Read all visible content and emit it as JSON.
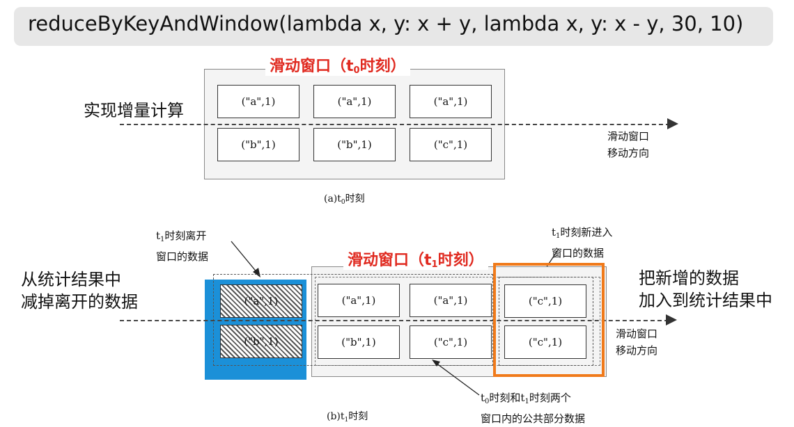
{
  "banner": {
    "code": "reduceByKeyAndWindow(lambda x, y: x + y, lambda x, y: x - y, 30, 10)"
  },
  "diagram_a": {
    "title_main": "滑动窗口（t",
    "title_sub": "0",
    "title_end": "时刻）",
    "left_label": "实现增量计算",
    "arrow_label_line1": "滑动窗口",
    "arrow_label_line2": "移动方向",
    "caption_prefix": "(a)t",
    "caption_sub": "0",
    "caption_suffix": "时刻",
    "cells": [
      "(\"a\",1)",
      "(\"a\",1)",
      "(\"a\",1)",
      "(\"b\",1)",
      "(\"b\",1)",
      "(\"c\",1)"
    ]
  },
  "diagram_b": {
    "title_main": "滑动窗口（t",
    "title_sub": "1",
    "title_end": "时刻）",
    "left_label_line1": "从统计结果中",
    "left_label_line2": "减掉离开的数据",
    "right_label_line1": "把新增的数据",
    "right_label_line2": "加入到统计结果中",
    "leave_note_prefix": "t",
    "leave_note_sub": "1",
    "leave_note_line1_suffix": "时刻离开",
    "leave_note_line2": "窗口的数据",
    "enter_note_prefix": "t",
    "enter_note_sub": "1",
    "enter_note_line1_suffix": "时刻新进入",
    "enter_note_line2": "窗口的数据",
    "common_note_t": "t",
    "common_note_sub0": "0",
    "common_note_mid": "时刻和t",
    "common_note_sub1": "1",
    "common_note_end": "时刻两个",
    "common_note_line2": "窗口内的公共部分数据",
    "arrow_label_line1": "滑动窗口",
    "arrow_label_line2": "移动方向",
    "caption_prefix": "(b)t",
    "caption_sub": "1",
    "caption_suffix": "时刻",
    "leaving_cells": [
      "(\"a\",1)",
      "(\"b\",1)"
    ],
    "common_cells": [
      "(\"a\",1)",
      "(\"a\",1)",
      "(\"b\",1)",
      "(\"c\",1)"
    ],
    "entering_cells": [
      "(\"c\",1)",
      "(\"c\",1)"
    ]
  },
  "colors": {
    "title_red": "#e02a20",
    "leave_blue": "#1b90d8",
    "enter_orange": "#f07a1a"
  }
}
